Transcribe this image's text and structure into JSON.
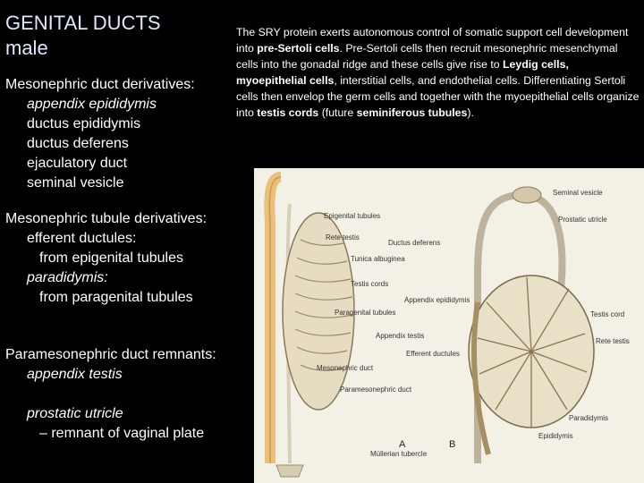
{
  "title": {
    "line1": "GENITAL DUCTS",
    "line2": "male"
  },
  "intro": {
    "t1": "The SRY protein exerts autonomous control of somatic support cell development into ",
    "b1": "pre-Sertoli cells",
    "t2": ". Pre-Sertoli cells then recruit mesonephric mesenchymal cells into the gonadal ridge and these cells give rise to ",
    "b2": "Leydig cells, myoepithelial cells",
    "t3": ", interstitial cells, and endothelial cells. Differentiating Sertoli cells then envelop the germ cells and together with the myoepithelial cells organize into ",
    "b3": "testis cords",
    "t4": " (future ",
    "b4": "seminiferous tubules",
    "t5": ")."
  },
  "mesonephric_duct": {
    "heading": "Mesonephric duct derivatives:",
    "items": [
      "appendix epididymis",
      "ductus epididymis",
      "ductus deferens",
      "ejaculatory duct",
      "seminal vesicle"
    ]
  },
  "mesonephric_tubule": {
    "heading": "Mesonephric tubule derivatives:",
    "l1": "efferent ductules:",
    "l2": "from epigenital tubules",
    "l3": "paradidymis:",
    "l4": "from paragenital tubules"
  },
  "paramesonephric": {
    "heading": "Paramesonephric duct remnants:",
    "l1": "appendix testis",
    "l2": "prostatic utricle",
    "l3": "– remnant of vaginal plate"
  },
  "figure": {
    "panel_a": "A",
    "panel_b": "B",
    "labels": {
      "epigenital_tubules": "Epigenital tubules",
      "rete_testis": "Rete testis",
      "ductus_deferens": "Ductus deferens",
      "tunica_albuginea": "Tunica albuginea",
      "testis_cords": "Testis cords",
      "appendix_epididymis": "Appendix epididymis",
      "paragenital_tubules": "Paragenital tubules",
      "appendix_testis": "Appendix testis",
      "efferent_ductules": "Efferent ductules",
      "mesonephric_duct": "Mesonephric duct",
      "paramesonephric_duct": "Paramesonephric duct",
      "mullerian_tubercle": "Müllerian tubercle",
      "seminal_vesicle": "Seminal vesicle",
      "prostatic_utricle": "Prostatic utricle",
      "testis_cord_b": "Testis cord",
      "rete_testis_b": "Rete testis",
      "paradidymis": "Paradidymis",
      "epididymis": "Epididymis"
    }
  },
  "colors": {
    "background": "#000000",
    "text": "#ffffff",
    "title": "#dfe8ff",
    "figure_bg": "#f3f0e6"
  }
}
